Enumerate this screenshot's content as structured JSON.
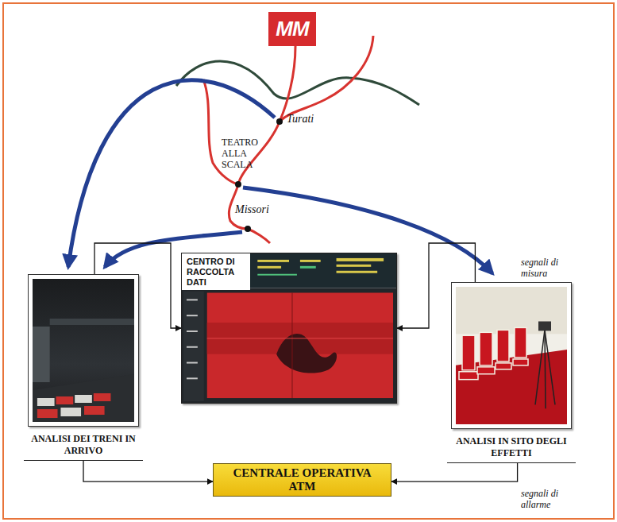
{
  "diagram": {
    "nodes": [
      {
        "text": [
          "MM"
        ]
      },
      {
        "text": [
          "ANALISI DEI TRENI IN ARRIVO"
        ]
      },
      {
        "text": [
          "CENTRO DI RACCOLTA DATI"
        ]
      },
      {
        "text": [
          "ANALISI IN SITO DEGLI EFFETTI"
        ]
      },
      {
        "text": [
          "CENTRALE OPERATIVA ATM"
        ]
      }
    ],
    "edges": [
      {
        "from": 1,
        "to": 2,
        "arrow": "to"
      },
      {
        "from": 3,
        "to": 2,
        "arrow": "to",
        "label": "segnali di misura"
      },
      {
        "from": 1,
        "to": 4,
        "arrow": "to"
      },
      {
        "from": 3,
        "to": 4,
        "arrow": "to",
        "label": "segnali di allarme"
      }
    ],
    "labels": [
      "TEATRO ALLA SCALA",
      "Turati",
      "Missori"
    ]
  }
}
